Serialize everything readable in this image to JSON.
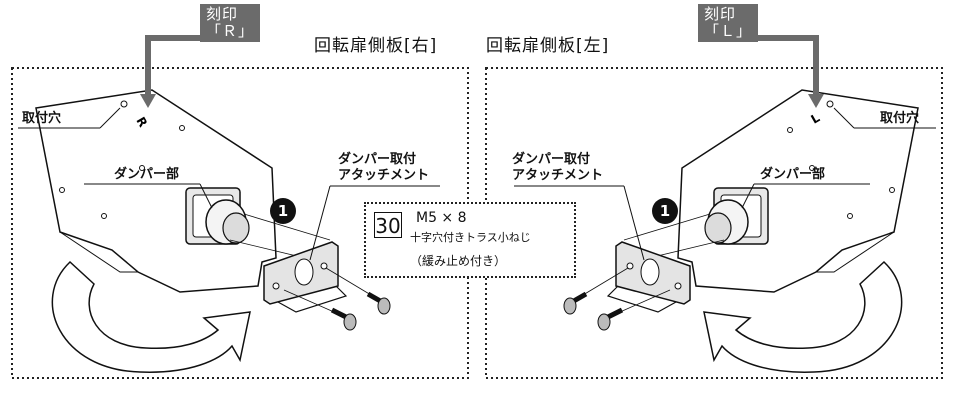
{
  "left_panel": {
    "title": "回転扉側板[右]",
    "marking_tag": {
      "line1": "刻印",
      "line2": "「Ｒ」"
    },
    "engraved_letter": "R",
    "hole_label": "取付穴",
    "damper_label": "ダンパー部",
    "attachment_label": {
      "line1": "ダンパー取付",
      "line2": "アタッチメント"
    },
    "step_badge": "1"
  },
  "right_panel": {
    "title": "回転扉側板[左]",
    "marking_tag": {
      "line1": "刻印",
      "line2": "「Ｌ」"
    },
    "engraved_letter": "L",
    "hole_label": "取付穴",
    "damper_label": "ダンパー部",
    "attachment_label": {
      "line1": "ダンパー取付",
      "line2": "アタッチメント"
    },
    "step_badge": "1"
  },
  "screw_callout": {
    "part_number": "30",
    "size": "M5 × 8",
    "name": "十字穴付きトラス小ねじ",
    "note": "（緩み止め付き）"
  },
  "colors": {
    "tag_bg": "#6b6b6b",
    "line": "#111111",
    "arrow_fill": "#ffffff"
  }
}
